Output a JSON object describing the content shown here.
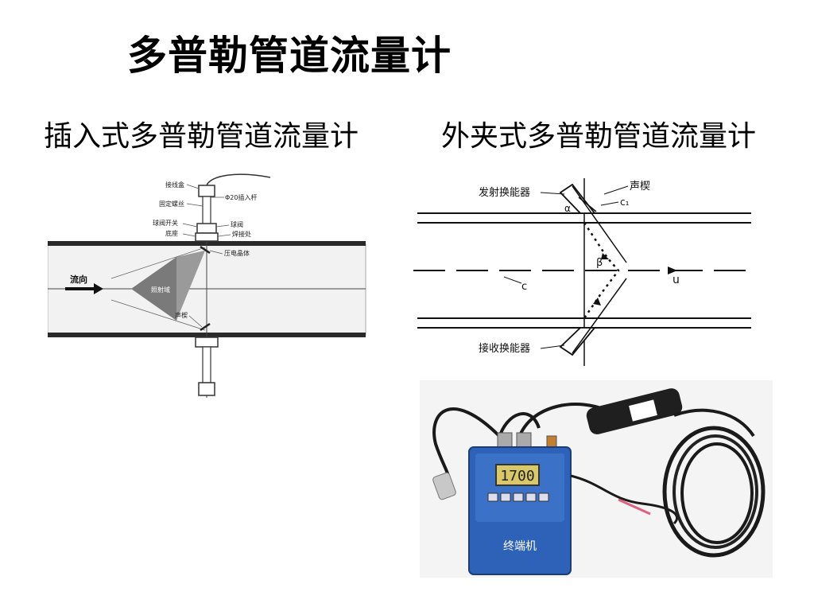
{
  "title": "多普勒管道流量计",
  "subtitles": {
    "insertion": "插入式多普勒管道流量计",
    "clamp": "外夹式多普勒管道流量计"
  },
  "insertion_diagram": {
    "labels": {
      "junction_box": "接线盒",
      "rod": "Φ20插入杆",
      "fix_screw": "固定螺丝",
      "ball_valve_switch": "球阀开关",
      "ball_valve": "球阀",
      "base": "底座",
      "weld": "焊接处",
      "piezo": "压电晶体",
      "flow_dir": "流向",
      "irradiation": "照射域",
      "acoustic_mold": "声楔"
    }
  },
  "clamp_diagram": {
    "labels": {
      "transmitter": "发射换能器",
      "acoustic_mold": "声楔",
      "c1": "c₁",
      "alpha": "α",
      "beta": "β",
      "c": "c",
      "u": "u",
      "receiver": "接收换能器"
    }
  },
  "device_photo": {
    "display_value": "1700",
    "unit_label": "终端机"
  },
  "colors": {
    "pipe_dark": "#2a2a2a",
    "pipe_fill": "#f2f2f2",
    "cone": "#7a7a7a",
    "device_blue": "#2d62b8",
    "lcd": "#d8c868"
  }
}
